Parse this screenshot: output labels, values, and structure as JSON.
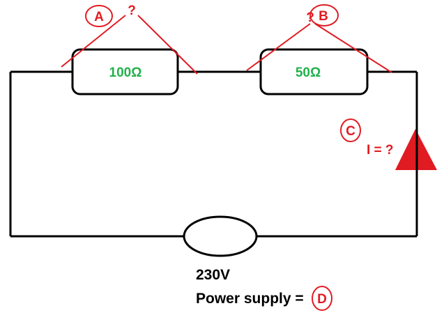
{
  "colors": {
    "wire": "#000000",
    "annotation": "#e11b22",
    "resistor_value": "#22b14c"
  },
  "resistors": [
    {
      "value": "100Ω"
    },
    {
      "value": "50Ω"
    }
  ],
  "markers": {
    "a": {
      "letter": "A",
      "question": "?"
    },
    "b": {
      "letter": "B",
      "question": "?"
    },
    "c": {
      "letter": "C",
      "current_label": "I = ?"
    },
    "d": {
      "letter": "D"
    }
  },
  "supply": {
    "voltage": "230V",
    "label": "Power supply ="
  },
  "icons": {
    "current_direction": "up-arrow-triangle",
    "supply_symbol": "ellipse"
  }
}
